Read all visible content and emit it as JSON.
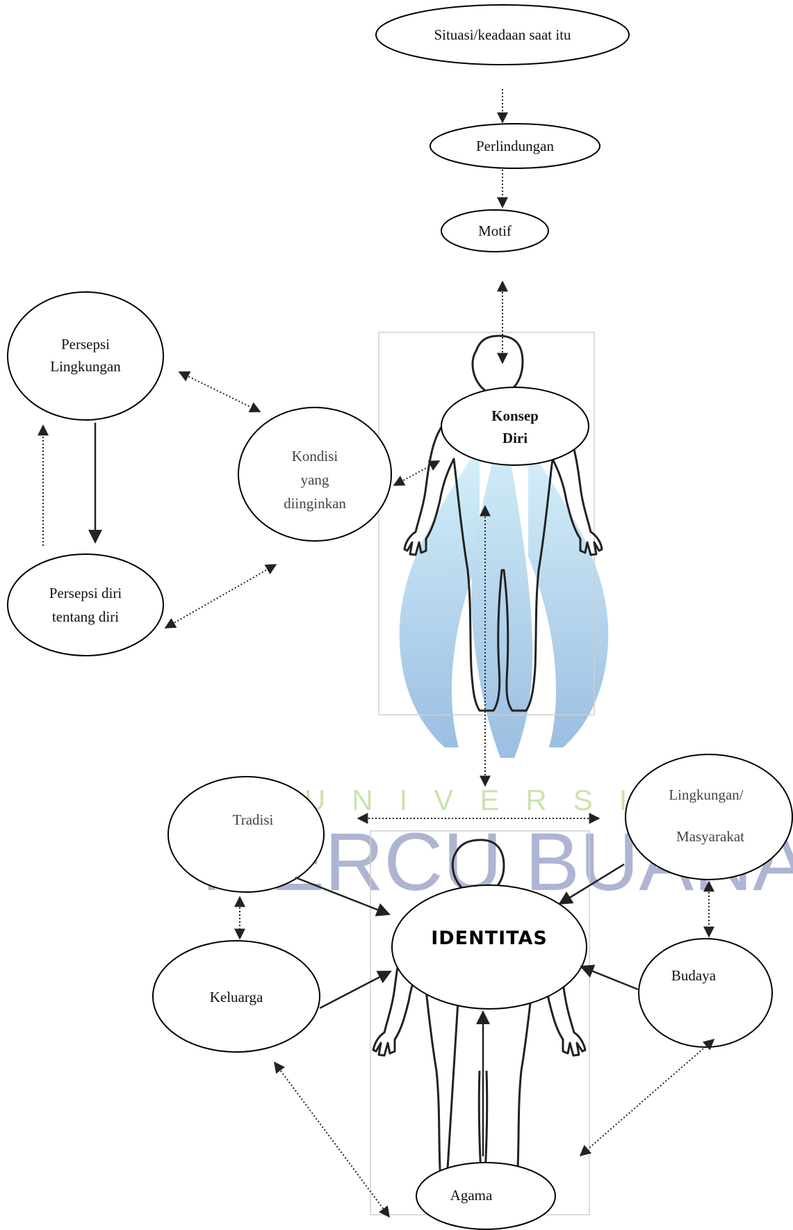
{
  "nodes": {
    "situasi": "Situasi/keadaan saat itu",
    "perlindungan": "Perlindungan",
    "motif": "Motif",
    "persepsi_lingkungan": [
      "Persepsi",
      "Lingkungan"
    ],
    "kondisi": [
      "Kondisi",
      "yang",
      "diinginkan"
    ],
    "konsep_diri": [
      "Konsep",
      "Diri"
    ],
    "persepsi_diri": [
      "Persepsi diri",
      "tentang diri"
    ],
    "tradisi": "Tradisi",
    "lingkungan_masyarakat": [
      "Lingkungan/",
      "Masyarakat"
    ],
    "identitas": "IDENTITAS",
    "keluarga": "Keluarga",
    "budaya": "Budaya",
    "agama": "Agama"
  },
  "watermark": {
    "line1": "UNIVERSITAS",
    "line2": "MERCU BUANA"
  },
  "colors": {
    "watermark_green": "#9fcf6a",
    "watermark_blue": "#2b3f8c",
    "logo_flame_top": "#bfe6f4",
    "logo_flame_bottom": "#6fa8d8"
  }
}
